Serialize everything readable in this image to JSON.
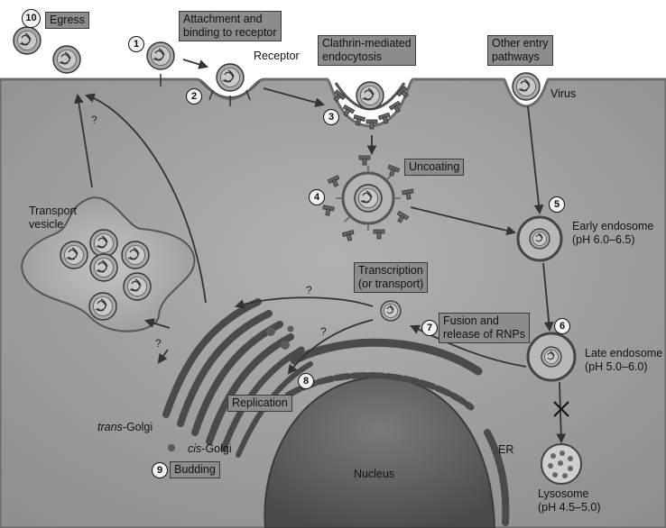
{
  "steps": [
    {
      "num": "1",
      "label": "Attachment and",
      "label2": "binding to receptor"
    },
    {
      "num": "2"
    },
    {
      "num": "3",
      "label": "Clathrin-mediated",
      "label2": "endocytosis"
    },
    {
      "num": "4",
      "label": "Uncoating"
    },
    {
      "num": "5"
    },
    {
      "num": "6"
    },
    {
      "num": "7",
      "label": "Fusion and",
      "label2": "release of RNPs"
    },
    {
      "num": "8",
      "label": "Replication"
    },
    {
      "num": "9",
      "label": "Budding"
    },
    {
      "num": "10",
      "label": "Egress"
    }
  ],
  "labels": {
    "receptor": "Receptor",
    "other_entry": "Other entry",
    "other_entry2": "pathways",
    "virus": "Virus",
    "early_endosome": "Early endosome",
    "early_ph": "(pH 6.0–6.5)",
    "late_endosome": "Late endosome",
    "late_ph": "(pH 5.0–6.0)",
    "lysosome": "Lysosome",
    "lysosome_ph": "(pH 4.5–5.0)",
    "transport_vesicle": "Transport",
    "transport_vesicle2": "vesicle",
    "transcription": "Transcription",
    "transcription2": "(or transport)",
    "trans_golgi_prefix": "trans",
    "trans_golgi_suffix": "-Golgi",
    "cis_golgi_prefix": "cis",
    "cis_golgi_suffix": "-Golgi",
    "er": "ER",
    "nucleus": "Nucleus",
    "question": "?"
  },
  "colors": {
    "background": "#ffffff",
    "cytoplasm": "#9c9c9c",
    "membrane": "#7a7a7a",
    "label_box": "#8c8c8c",
    "organelle": "#4a4a4a",
    "nucleus": "#5c5c5c"
  }
}
